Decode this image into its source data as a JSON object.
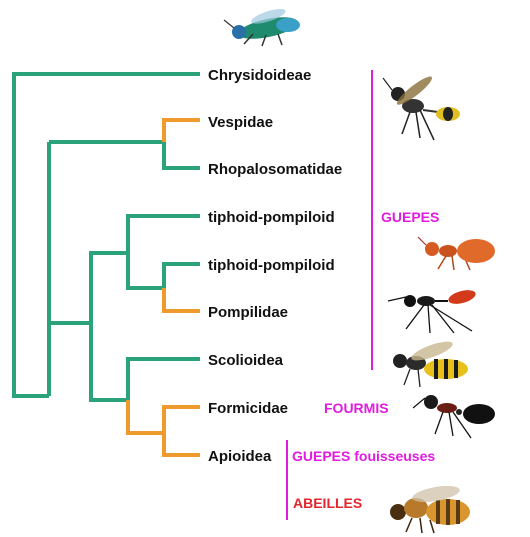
{
  "tree": {
    "taxa": [
      {
        "name": "Chrysidoideae",
        "branch": "green"
      },
      {
        "name": "Vespidae",
        "branch": "orange"
      },
      {
        "name": "Rhopalosomatidae",
        "branch": "green"
      },
      {
        "name": "tiphoid-pompiloid",
        "branch": "green"
      },
      {
        "name": "tiphoid-pompiloid",
        "branch": "green"
      },
      {
        "name": "Pompilidae",
        "branch": "orange"
      },
      {
        "name": "Scolioidea",
        "branch": "green"
      },
      {
        "name": "Formicidae",
        "branch": "orange"
      },
      {
        "name": "Apioidea",
        "branch": "orange"
      }
    ]
  },
  "groups": {
    "guepes": "GUEPES",
    "fourmis": "FOURMIS",
    "guepes_fouisseuses": "GUEPES fouisseuses",
    "abeilles": "ABEILLES"
  },
  "colors": {
    "green": "#2aa37a",
    "orange": "#ef9a2d",
    "magenta": "#e21be0",
    "red": "#e3262b",
    "text": "#111111"
  },
  "images": [
    {
      "icon": "cuckoo-wasp-icon"
    },
    {
      "icon": "wasp-icon"
    },
    {
      "icon": "velvet-ant-icon"
    },
    {
      "icon": "spider-wasp-icon"
    },
    {
      "icon": "striped-wasp-icon"
    },
    {
      "icon": "ant-icon"
    },
    {
      "icon": "honeybee-icon"
    }
  ]
}
